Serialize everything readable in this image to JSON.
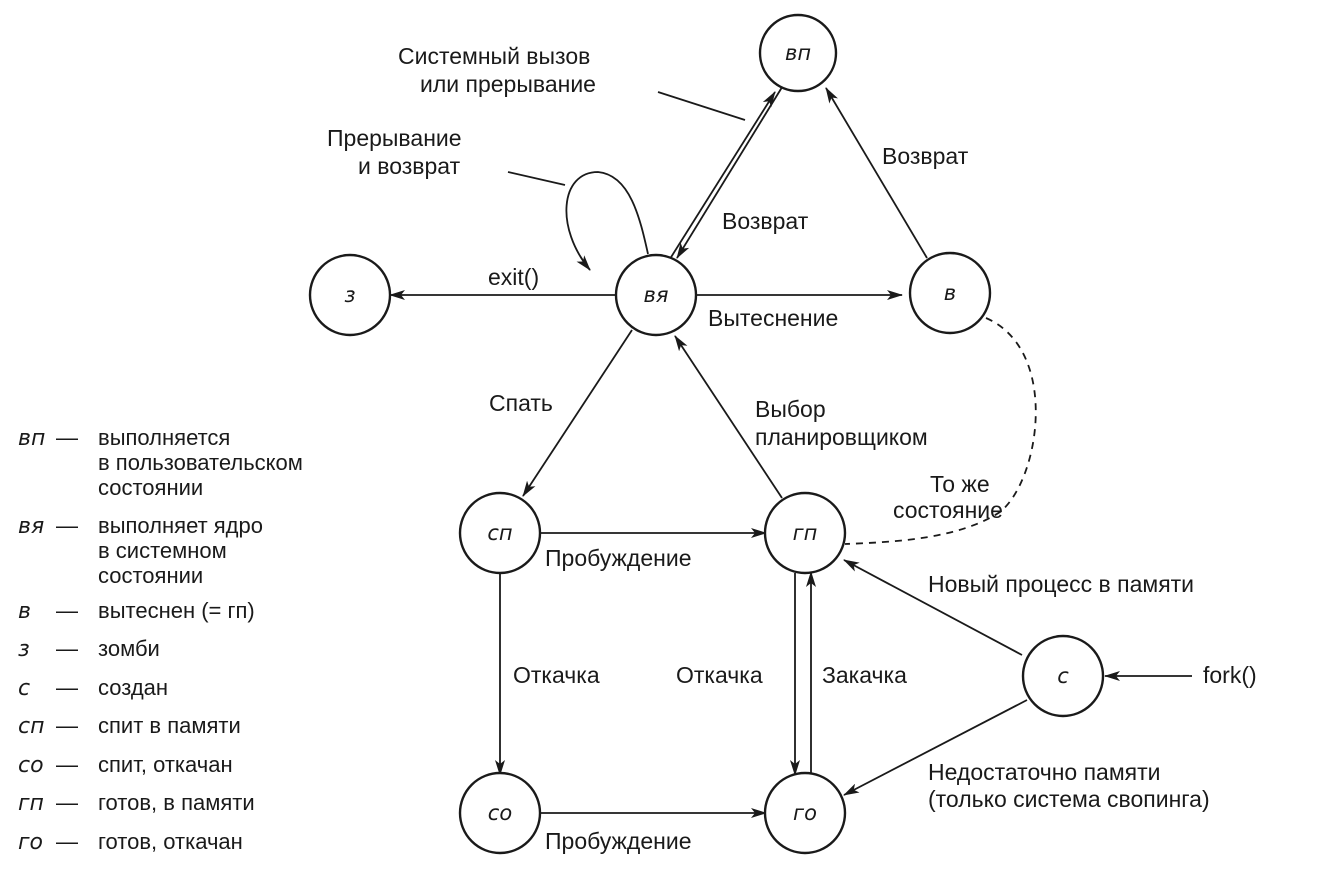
{
  "states": {
    "vp": "вп",
    "vya": "вя",
    "z": "з",
    "v": "в",
    "sp": "сп",
    "gp": "гп",
    "s": "с",
    "so": "со",
    "go": "го"
  },
  "labels": {
    "syscall_1": "Системный вызов",
    "syscall_2": "или прерывание",
    "interrupt_1": "Прерывание",
    "interrupt_2": "и возврат",
    "return_vya": "Возврат",
    "return_v": "Возврат",
    "exit": "exit()",
    "preempt": "Вытеснение",
    "sleep": "Спать",
    "sched_1": "Выбор",
    "sched_2": "планировщиком",
    "same_1": "То же",
    "same_2": "состояние",
    "wakeup_mem": "Пробуждение",
    "new_proc": "Новый процесс в памяти",
    "swapout_sp": "Откачка",
    "swapout_gp": "Откачка",
    "swapin": "Закачка",
    "fork": "fork()",
    "no_mem_1": "Недостаточно памяти",
    "no_mem_2": "(только система свопинга)",
    "wakeup_swap": "Пробуждение"
  },
  "legend": [
    {
      "abbr": "вп",
      "dash": "—",
      "lines": [
        "выполняется",
        "в пользовательском",
        "состоянии"
      ]
    },
    {
      "abbr": "вя",
      "dash": "—",
      "lines": [
        "выполняет ядро",
        "в системном",
        "состоянии"
      ]
    },
    {
      "abbr": "в",
      "dash": "—",
      "lines": [
        "вытеснен (= гп)"
      ]
    },
    {
      "abbr": "з",
      "dash": "—",
      "lines": [
        "зомби"
      ]
    },
    {
      "abbr": "с",
      "dash": "—",
      "lines": [
        "создан"
      ]
    },
    {
      "abbr": "сп",
      "dash": "—",
      "lines": [
        "спит в памяти"
      ]
    },
    {
      "abbr": "со",
      "dash": "—",
      "lines": [
        "спит, откачан"
      ]
    },
    {
      "abbr": "гп",
      "dash": "—",
      "lines": [
        "готов, в памяти"
      ]
    },
    {
      "abbr": "го",
      "dash": "—",
      "lines": [
        "готов, откачан"
      ]
    }
  ]
}
